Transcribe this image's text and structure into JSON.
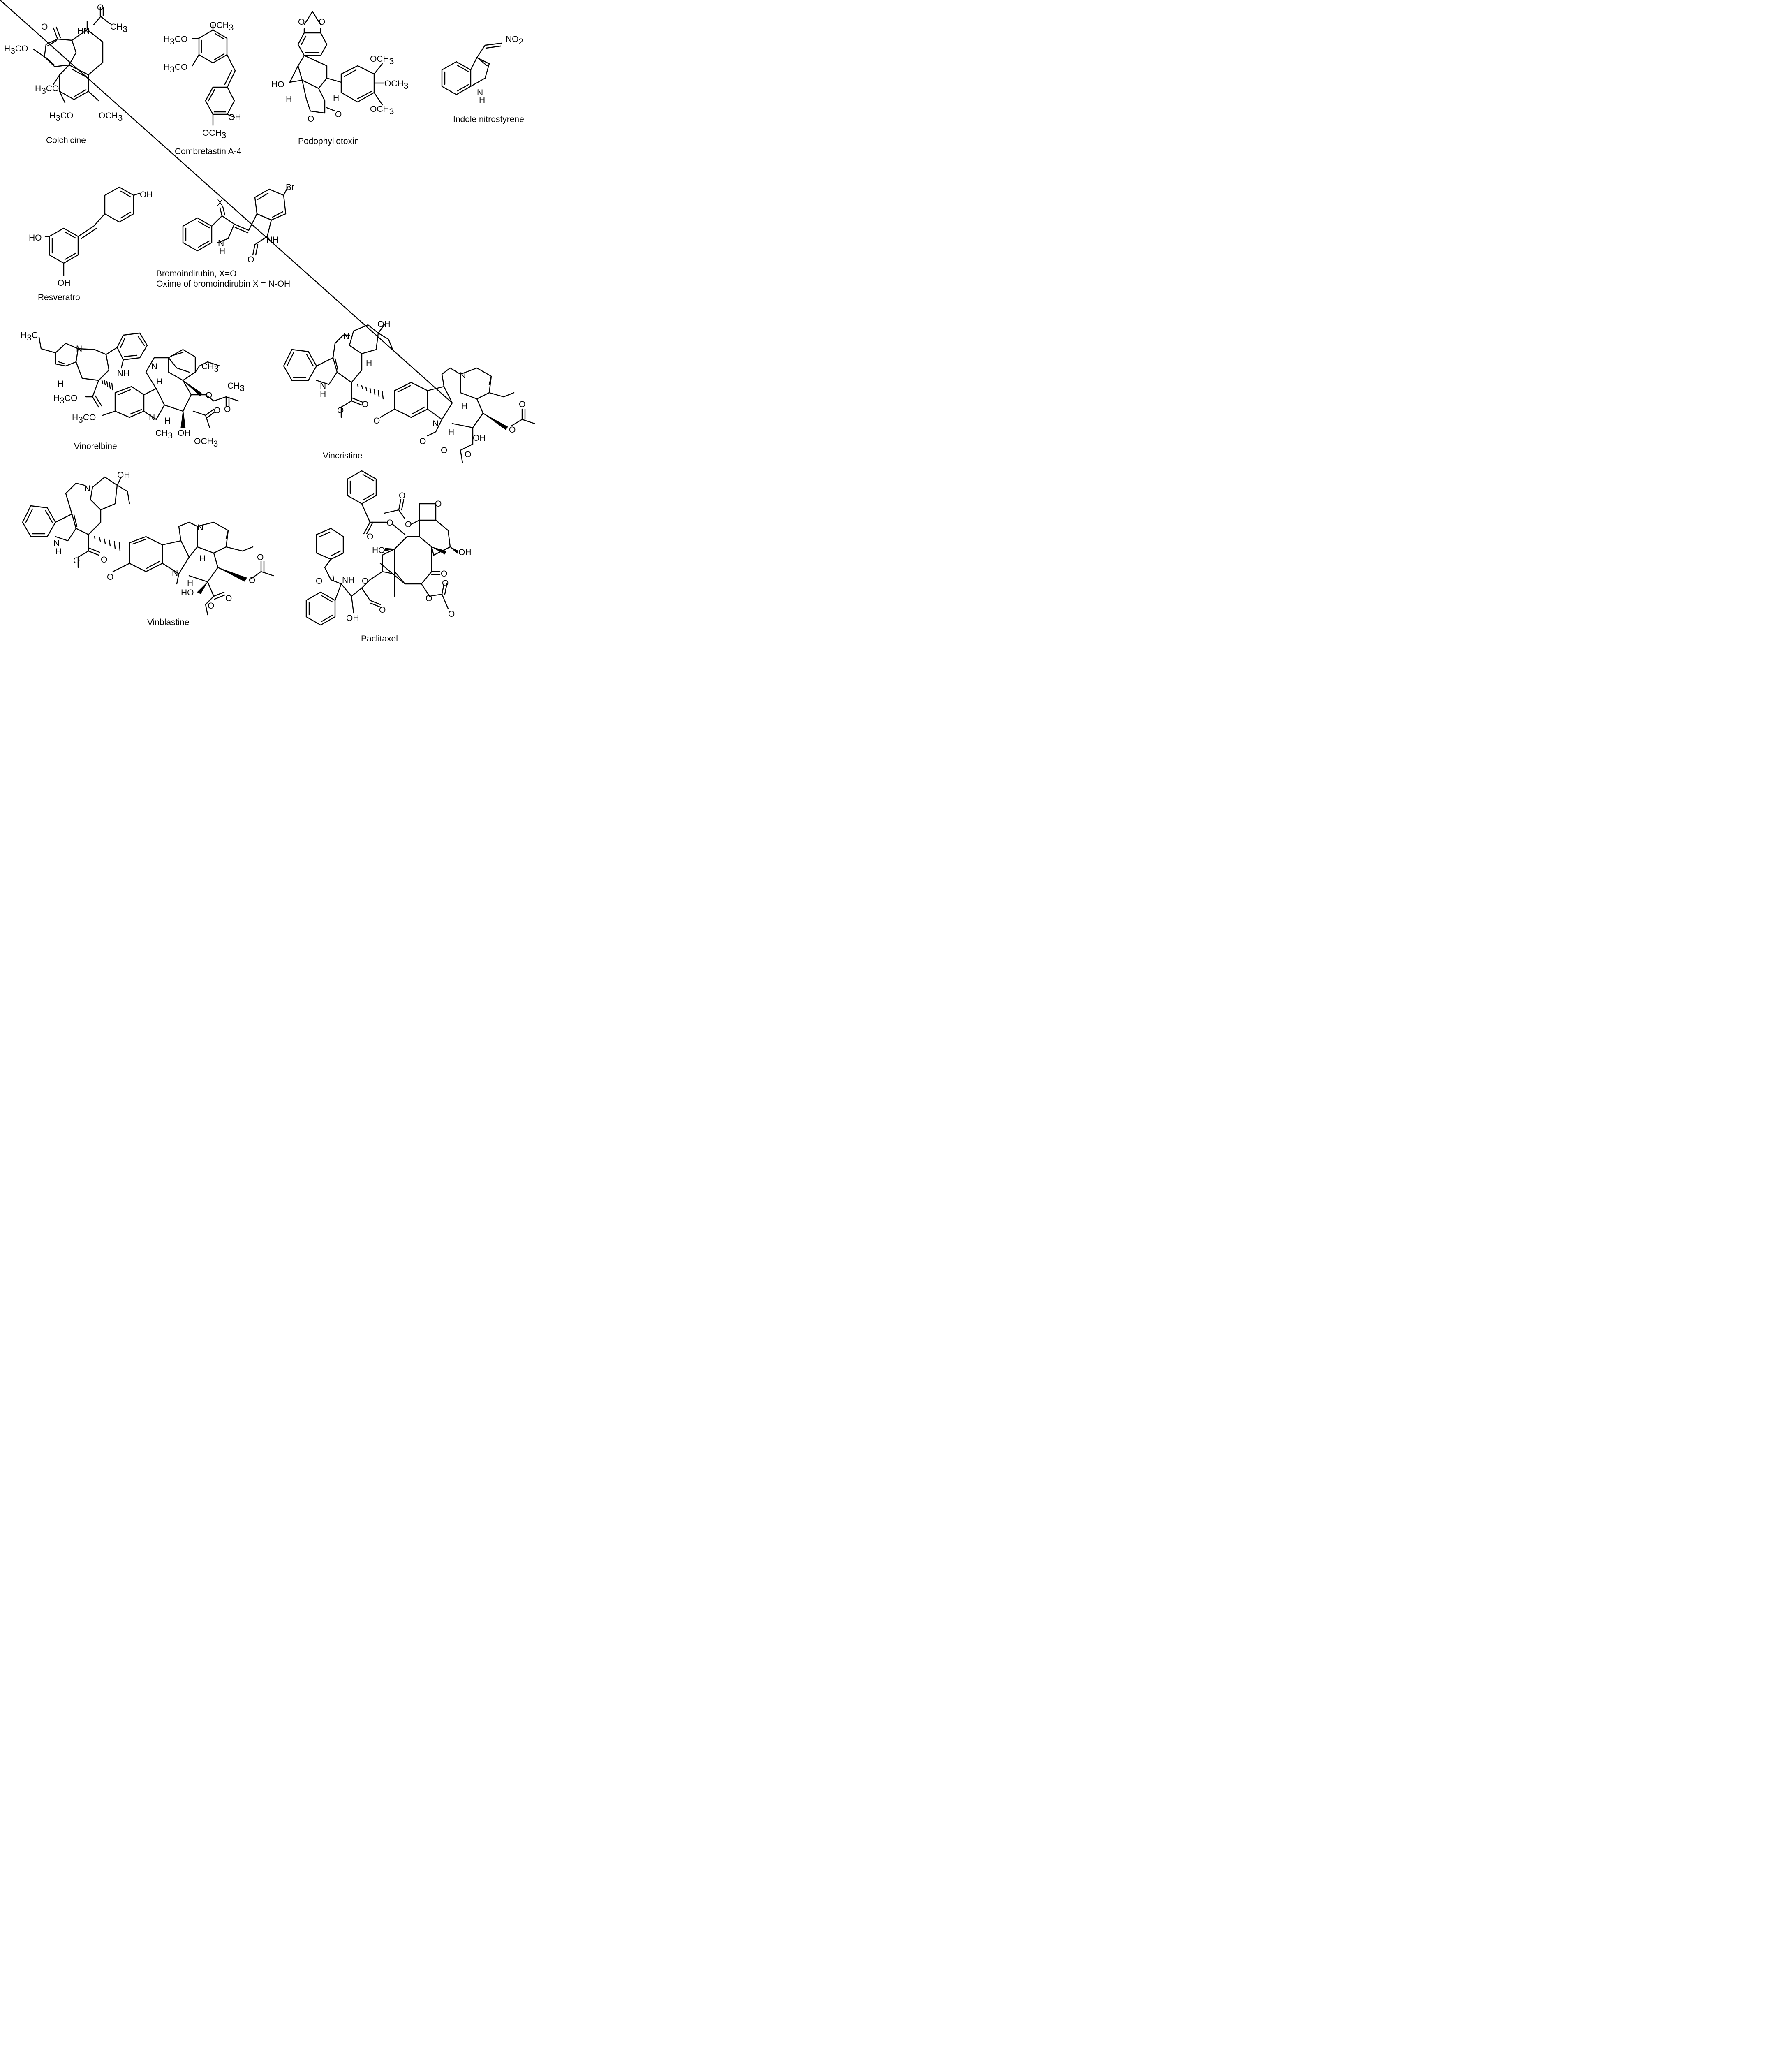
{
  "captions": {
    "colchicine": "Colchicine",
    "combretastatin": "Combretastin A-4",
    "podophyllotoxin": "Podophyllotoxin",
    "indole_nitrostyrene": "Indole nitrostyrene",
    "resveratrol": "Resveratrol",
    "bromoindirubin_1": "Bromoindirubin, X=O",
    "bromoindirubin_2": "Oxime of bromoindirubin X = N-OH",
    "vinorelbine": "Vinorelbine",
    "vincristine": "Vincristine",
    "vinblastine": "Vinblastine",
    "paclitaxel": "Paclitaxel"
  },
  "atoms": {
    "o": "O",
    "oh": "OH",
    "ho": "HO",
    "h": "H",
    "n": "N",
    "nh": "NH",
    "hn": "HN",
    "ch3": "CH",
    "och3": "OCH",
    "h3co": "H",
    "h3co_tail": "CO",
    "h3c": "H",
    "h3c_tail": "C",
    "no2": "NO",
    "br": "Br",
    "x": "X",
    "n_ch3": "CH",
    "sub3": "3",
    "sub2": "2"
  }
}
